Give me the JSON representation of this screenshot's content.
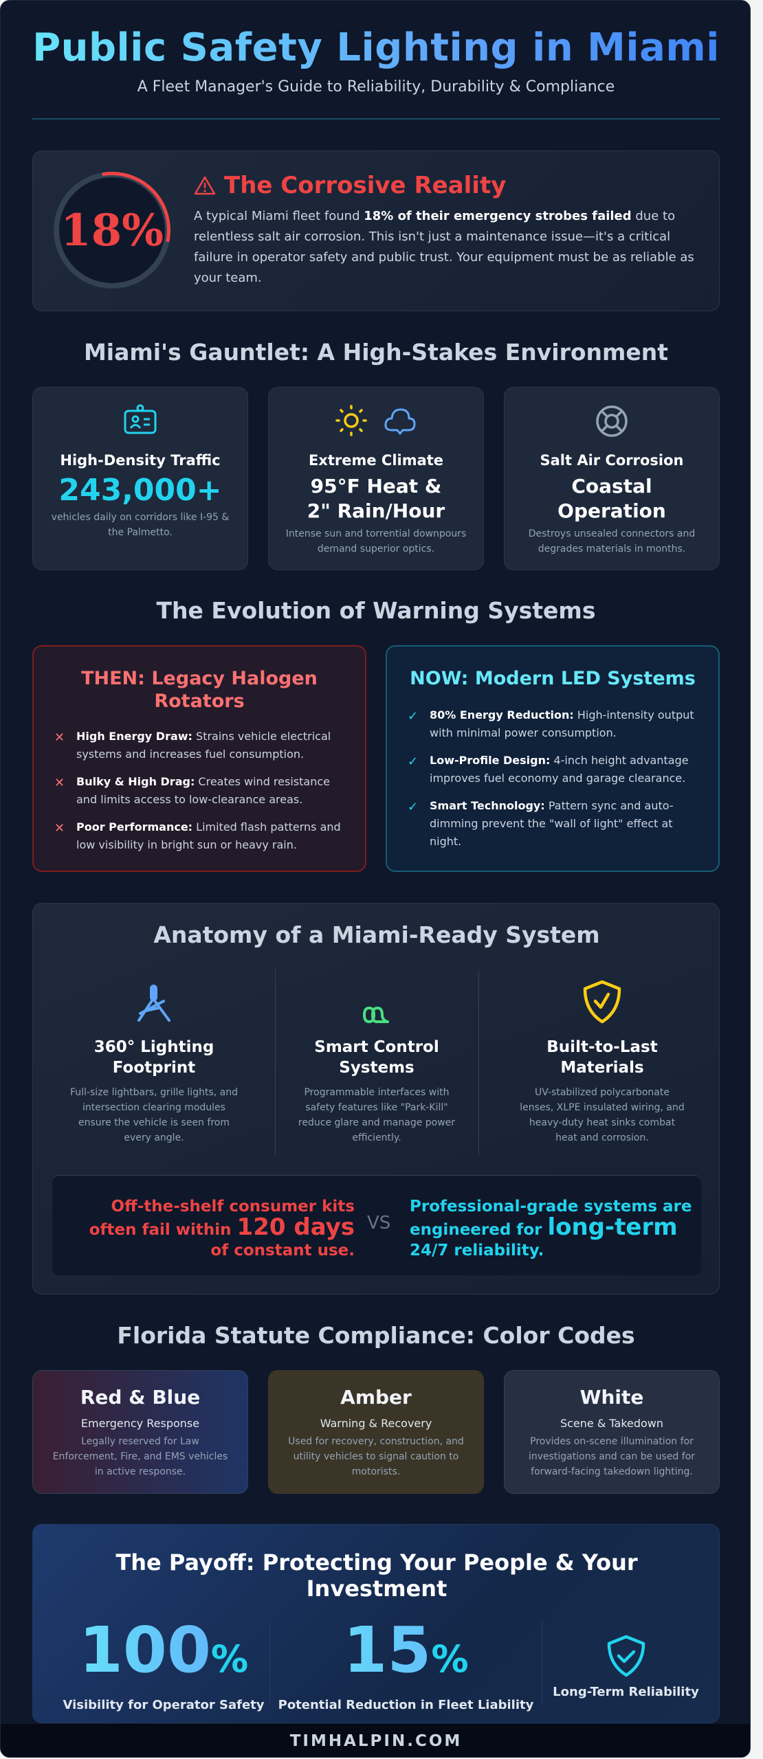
{
  "header": {
    "title": "Public Safety Lighting in Miami",
    "subtitle": "A Fleet Manager's Guide to Reliability, Durability & Compliance"
  },
  "corrosive": {
    "stat": "18%",
    "icon": "warning-triangle-icon",
    "heading": "The Corrosive Reality",
    "body_pre": "A typical Miami fleet found ",
    "body_bold": "18% of their emergency strobes failed",
    "body_post": " due to relentless salt air corrosion. This isn't just a maintenance issue—it's a critical failure in operator safety and public trust. Your equipment must be as reliable as your team."
  },
  "gauntlet": {
    "heading": "Miami's Gauntlet: A High-Stakes Environment",
    "cards": [
      {
        "icon": "id-badge-icon",
        "title": "High-Density Traffic",
        "value": "243,000+",
        "desc": "vehicles daily on corridors like I-95 & the Palmetto."
      },
      {
        "icon": "sun-cloud-icon",
        "title": "Extreme Climate",
        "value": "95°F Heat & 2\" Rain/Hour",
        "desc": "Intense sun and torrential downpours demand superior optics."
      },
      {
        "icon": "life-ring-icon",
        "title": "Salt Air Corrosion",
        "value": "Coastal Operation",
        "desc": "Destroys unsealed connectors and degrades materials in months."
      }
    ]
  },
  "evolution": {
    "heading": "The Evolution of Warning Systems",
    "then": {
      "title": "THEN: Legacy Halogen Rotators",
      "mark": "✕",
      "items": [
        {
          "bold": "High Energy Draw:",
          "text": " Strains vehicle electrical systems and increases fuel consumption."
        },
        {
          "bold": "Bulky & High Drag:",
          "text": " Creates wind resistance and limits access to low-clearance areas."
        },
        {
          "bold": "Poor Performance:",
          "text": " Limited flash patterns and low visibility in bright sun or heavy rain."
        }
      ]
    },
    "now": {
      "title": "NOW: Modern LED Systems",
      "mark": "✓",
      "items": [
        {
          "bold": "80% Energy Reduction:",
          "text": " High-intensity output with minimal power consumption."
        },
        {
          "bold": "Low-Profile Design:",
          "text": " 4-inch height advantage improves fuel economy and garage clearance."
        },
        {
          "bold": "Smart Technology:",
          "text": " Pattern sync and auto-dimming prevent the \"wall of light\" effect at night."
        }
      ]
    }
  },
  "anatomy": {
    "heading": "Anatomy of a Miami-Ready System",
    "columns": [
      {
        "icon": "lighthouse-beam-icon",
        "title": "360° Lighting Footprint",
        "desc": "Full-size lightbars, grille lights, and intersection clearing modules ensure the vehicle is seen from every angle."
      },
      {
        "icon": "control-knob-icon",
        "title": "Smart Control Systems",
        "desc": "Programmable interfaces with safety features like \"Park-Kill\" reduce glare and manage power efficiently."
      },
      {
        "icon": "shield-check-icon",
        "title": "Built-to-Last Materials",
        "desc": "UV-stabilized polycarbonate lenses, XLPE insulated wiring, and heavy-duty heat sinks combat heat and corrosion."
      }
    ],
    "comparison": {
      "left_pre": "Off-the-shelf consumer kits often fail within ",
      "left_em": "120 days",
      "left_post": " of constant use.",
      "vs": "VS",
      "right_pre": "Professional-grade systems are engineered for ",
      "right_em": "long-term",
      "right_post": " 24/7 reliability."
    }
  },
  "compliance": {
    "heading": "Florida Statute Compliance: Color Codes",
    "cards": [
      {
        "title": "Red & Blue",
        "subtitle": "Emergency Response",
        "desc": "Legally reserved for Law Enforcement, Fire, and EMS vehicles in active response."
      },
      {
        "title": "Amber",
        "subtitle": "Warning & Recovery",
        "desc": "Used for recovery, construction, and utility vehicles to signal caution to motorists."
      },
      {
        "title": "White",
        "subtitle": "Scene & Takedown",
        "desc": "Provides on-scene illumination for investigations and can be used for forward-facing takedown lighting."
      }
    ]
  },
  "payoff": {
    "heading": "The Payoff: Protecting Your People & Your Investment",
    "stats": [
      {
        "number": "100",
        "unit": "%",
        "label": "Visibility for Operator Safety"
      },
      {
        "number": "15",
        "unit": "%",
        "label": "Potential Reduction in Fleet Liability"
      },
      {
        "icon": "shield-check-icon",
        "label": "Long-Term Reliability"
      }
    ]
  },
  "footer": {
    "text": "TIMHALPIN.COM"
  },
  "colors": {
    "background": "#0f172a",
    "card": "#1e293b",
    "red_accent": "#ef4444",
    "cyan_accent": "#22d3ee",
    "blue_accent": "#60a5fa",
    "amber_accent": "#facc15",
    "green_accent": "#4ade80"
  }
}
